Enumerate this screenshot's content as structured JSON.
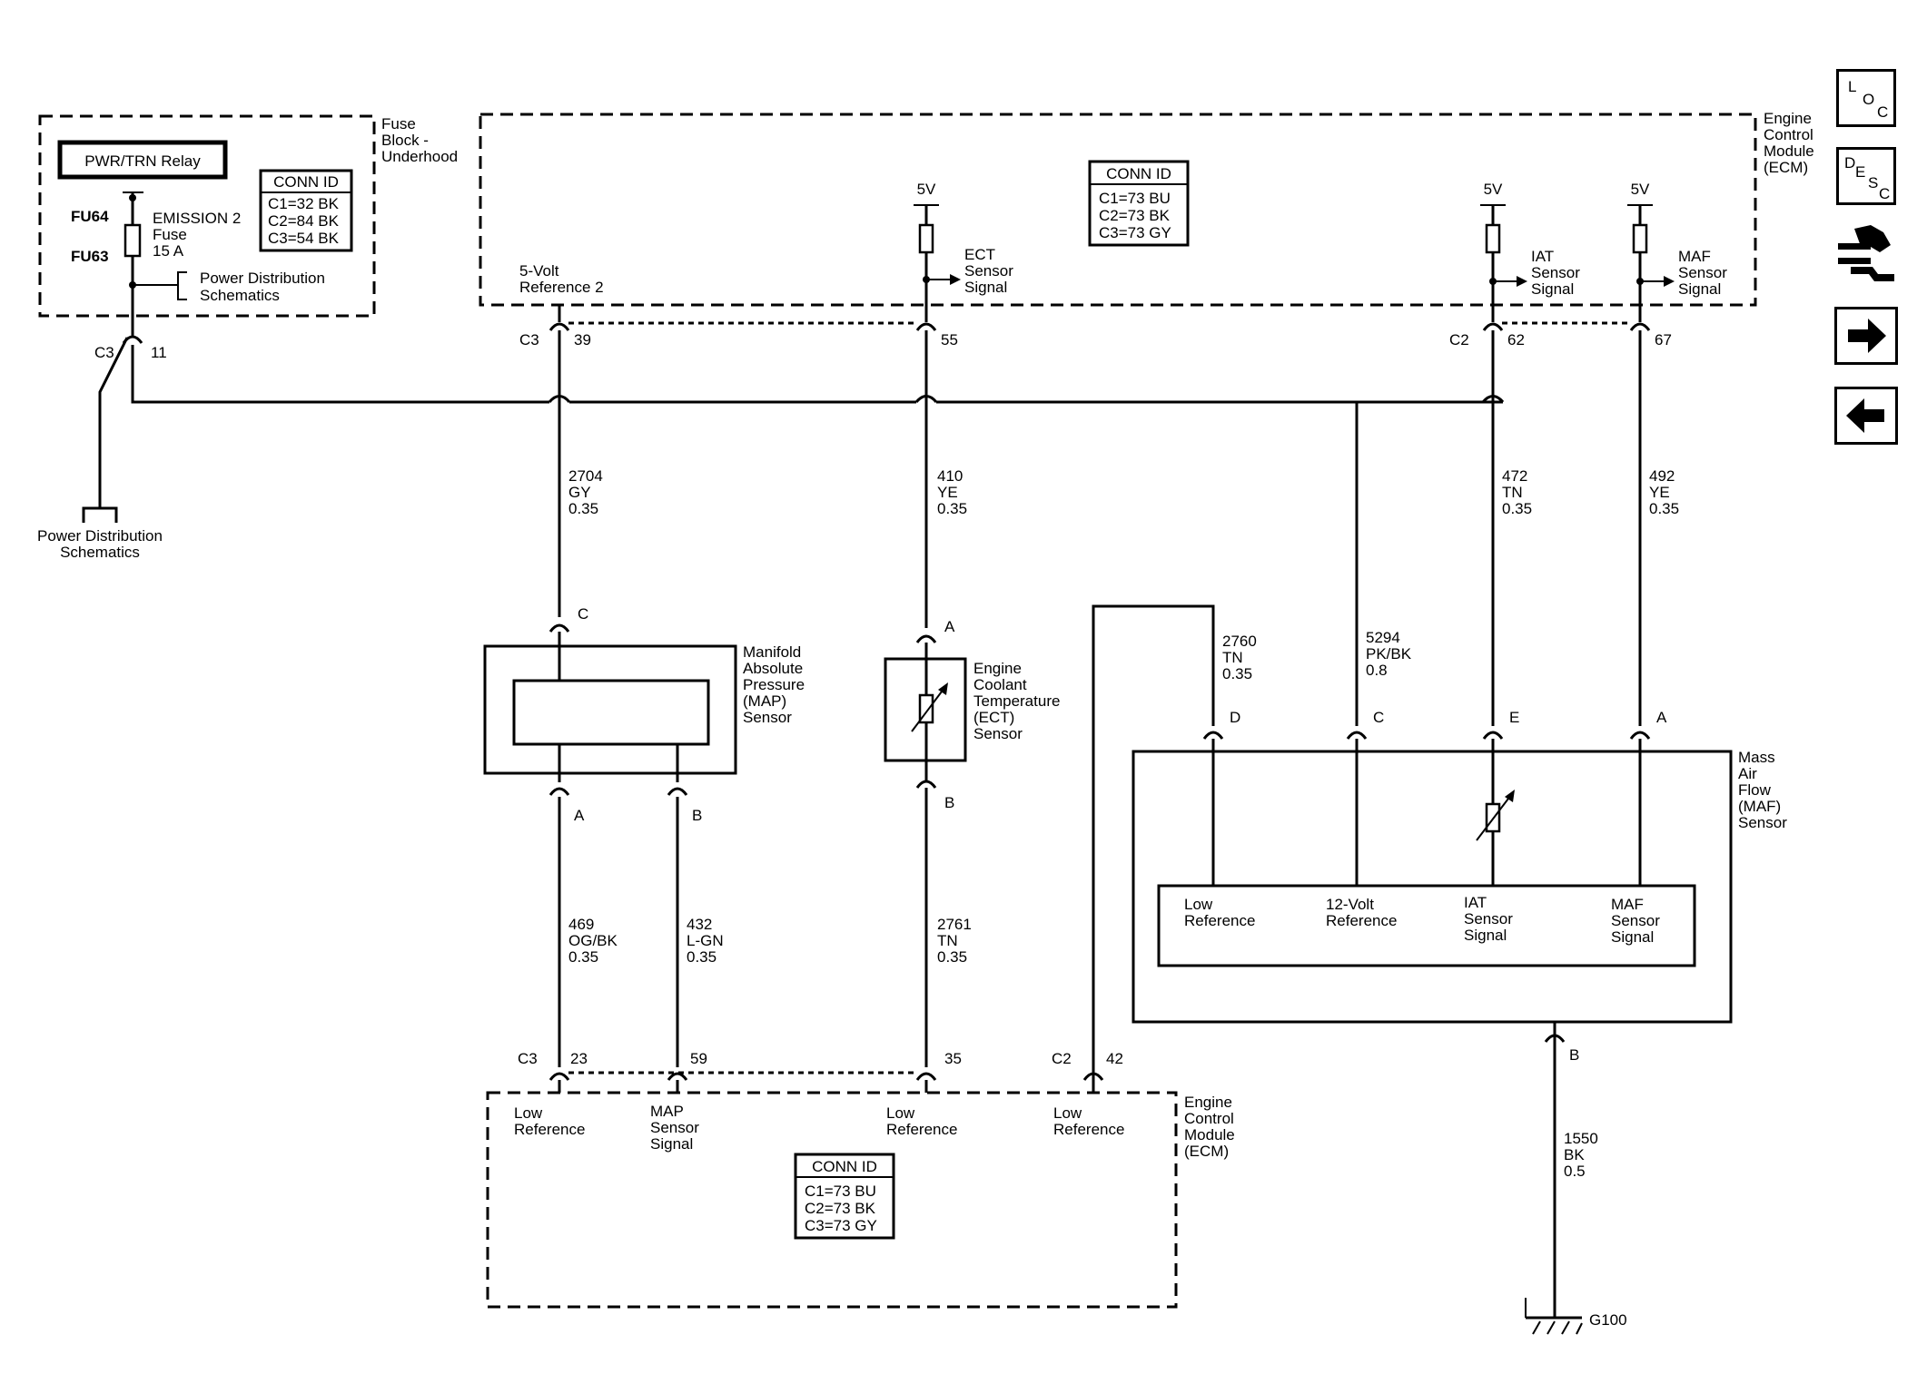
{
  "fuse_block": {
    "title": [
      "Fuse",
      "Block -",
      "Underhood"
    ],
    "relay": "PWR/TRN Relay",
    "fu64": "FU64",
    "fu63": "FU63",
    "fuse_label": [
      "EMISSION 2",
      "Fuse",
      "15 A"
    ],
    "conn_id": {
      "header": "CONN ID",
      "rows": [
        "C1=32 BK",
        "C2=84 BK",
        "C3=54 BK"
      ]
    },
    "pds_label": [
      "Power Distribution",
      "Schematics"
    ],
    "connector": "C3",
    "pin": "11"
  },
  "power_ground": {
    "label": [
      "Power Distribution",
      "Schematics"
    ]
  },
  "ecm_top": {
    "title": [
      "Engine",
      "Control",
      "Module",
      "(ECM)"
    ],
    "conn_id": {
      "header": "CONN ID",
      "rows": [
        "C1=73 BU",
        "C2=73 BK",
        "C3=73 GY"
      ]
    },
    "supply": [
      "5V",
      "5V",
      "5V"
    ],
    "ref_label": [
      "5-Volt",
      "Reference 2"
    ],
    "ect_label": [
      "ECT",
      "Sensor",
      "Signal"
    ],
    "iat_label": [
      "IAT",
      "Sensor",
      "Signal"
    ],
    "maf_label": [
      "MAF",
      "Sensor",
      "Signal"
    ],
    "pins": {
      "c3": "C3",
      "p39": "39",
      "p55": "55",
      "c2": "C2",
      "p62": "62",
      "p67": "67"
    }
  },
  "wires": {
    "w2704": [
      "2704",
      "GY",
      "0.35"
    ],
    "w410": [
      "410",
      "YE",
      "0.35"
    ],
    "w472": [
      "472",
      "TN",
      "0.35"
    ],
    "w492": [
      "492",
      "YE",
      "0.35"
    ],
    "w2760": [
      "2760",
      "TN",
      "0.35"
    ],
    "w5294": [
      "5294",
      "PK/BK",
      "0.8"
    ],
    "w469": [
      "469",
      "OG/BK",
      "0.35"
    ],
    "w432": [
      "432",
      "L-GN",
      "0.35"
    ],
    "w2761": [
      "2761",
      "TN",
      "0.35"
    ],
    "w1550": [
      "1550",
      "BK",
      "0.5"
    ]
  },
  "map_sensor": {
    "title": [
      "Manifold",
      "Absolute",
      "Pressure",
      "(MAP)",
      "Sensor"
    ],
    "pin_c": "C",
    "pin_a": "A",
    "pin_b": "B"
  },
  "ect_sensor": {
    "title": [
      "Engine",
      "Coolant",
      "Temperature",
      "(ECT)",
      "Sensor"
    ],
    "pin_a": "A",
    "pin_b": "B"
  },
  "maf_sensor": {
    "title": [
      "Mass",
      "Air",
      "Flow",
      "(MAF)",
      "Sensor"
    ],
    "pin_d": "D",
    "pin_c": "C",
    "pin_e": "E",
    "pin_a": "A",
    "pin_b": "B",
    "inner": {
      "low_ref": [
        "Low",
        "Reference"
      ],
      "volt12": [
        "12-Volt",
        "Reference"
      ],
      "iat": [
        "IAT",
        "Sensor",
        "Signal"
      ],
      "maf": [
        "MAF",
        "Sensor",
        "Signal"
      ]
    }
  },
  "ground": {
    "label": "G100"
  },
  "ecm_bottom": {
    "title": [
      "Engine",
      "Control",
      "Module",
      "(ECM)"
    ],
    "conn_id": {
      "header": "CONN ID",
      "rows": [
        "C1=73 BU",
        "C2=73 BK",
        "C3=73 GY"
      ]
    },
    "pins": {
      "c3": "C3",
      "p23": "23",
      "p59": "59",
      "p35": "35",
      "c2": "C2",
      "p42": "42"
    },
    "labels": {
      "low1": [
        "Low",
        "Reference"
      ],
      "map": [
        "MAP",
        "Sensor",
        "Signal"
      ],
      "low2": [
        "Low",
        "Reference"
      ],
      "low3": [
        "Low",
        "Reference"
      ]
    }
  },
  "nav": {
    "loc": [
      "L",
      "O",
      "C"
    ],
    "desc": [
      "D",
      "E",
      "S",
      "C"
    ]
  },
  "icons": [
    "connector-end-view-icon",
    "next-arrow-icon",
    "previous-arrow-icon"
  ]
}
